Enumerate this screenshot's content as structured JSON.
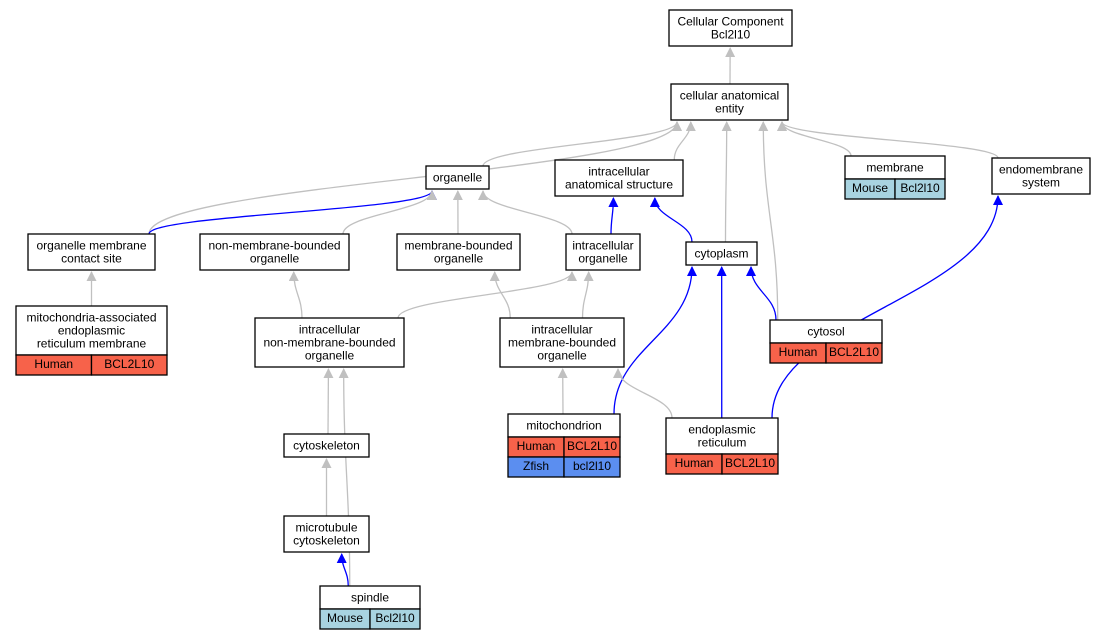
{
  "colors": {
    "is_a_edge": "#c0c0c0",
    "part_of_edge": "#0000ff",
    "human": "#f7624a",
    "mouse": "#a8d3e0",
    "zfish": "#5b8ef0"
  },
  "nodes": {
    "root": {
      "lines": [
        "Cellular Component",
        "Bcl2l10"
      ]
    },
    "cae": {
      "lines": [
        "cellular anatomical",
        "entity"
      ]
    },
    "organelle": {
      "lines": [
        "organelle"
      ]
    },
    "ias": {
      "lines": [
        "intracellular",
        "anatomical structure"
      ]
    },
    "membrane": {
      "lines": [
        "membrane"
      ],
      "annotations": [
        {
          "species": "Mouse",
          "gene": "Bcl2l10",
          "color_key": "mouse"
        }
      ]
    },
    "endomembrane": {
      "lines": [
        "endomembrane",
        "system"
      ]
    },
    "omcs": {
      "lines": [
        "organelle membrane",
        "contact site"
      ]
    },
    "nmbo": {
      "lines": [
        "non-membrane-bounded",
        "organelle"
      ]
    },
    "mbo": {
      "lines": [
        "membrane-bounded",
        "organelle"
      ]
    },
    "io": {
      "lines": [
        "intracellular",
        "organelle"
      ]
    },
    "cytoplasm": {
      "lines": [
        "cytoplasm"
      ]
    },
    "mam": {
      "lines": [
        "mitochondria-associated",
        "endoplasmic",
        "reticulum membrane"
      ],
      "annotations": [
        {
          "species": "Human",
          "gene": "BCL2L10",
          "color_key": "human"
        }
      ]
    },
    "inmbo": {
      "lines": [
        "intracellular",
        "non-membrane-bounded",
        "organelle"
      ]
    },
    "imbo": {
      "lines": [
        "intracellular",
        "membrane-bounded",
        "organelle"
      ]
    },
    "cytosol": {
      "lines": [
        "cytosol"
      ],
      "annotations": [
        {
          "species": "Human",
          "gene": "BCL2L10",
          "color_key": "human"
        }
      ]
    },
    "mito": {
      "lines": [
        "mitochondrion"
      ],
      "annotations": [
        {
          "species": "Human",
          "gene": "BCL2L10",
          "color_key": "human"
        },
        {
          "species": "Zfish",
          "gene": "bcl2l10",
          "color_key": "zfish"
        }
      ]
    },
    "er": {
      "lines": [
        "endoplasmic",
        "reticulum"
      ],
      "annotations": [
        {
          "species": "Human",
          "gene": "BCL2L10",
          "color_key": "human"
        }
      ]
    },
    "cytoskeleton": {
      "lines": [
        "cytoskeleton"
      ]
    },
    "mtcs": {
      "lines": [
        "microtubule",
        "cytoskeleton"
      ]
    },
    "spindle": {
      "lines": [
        "spindle"
      ],
      "annotations": [
        {
          "species": "Mouse",
          "gene": "Bcl2l10",
          "color_key": "mouse"
        }
      ]
    }
  },
  "edges": [
    {
      "from": "cae",
      "to": "root",
      "type": "is_a"
    },
    {
      "from": "organelle",
      "to": "cae",
      "type": "is_a"
    },
    {
      "from": "ias",
      "to": "cae",
      "type": "is_a"
    },
    {
      "from": "membrane",
      "to": "cae",
      "type": "is_a"
    },
    {
      "from": "endomembrane",
      "to": "cae",
      "type": "is_a"
    },
    {
      "from": "omcs",
      "to": "cae",
      "type": "is_a"
    },
    {
      "from": "cytoplasm",
      "to": "cae",
      "type": "is_a"
    },
    {
      "from": "cytosol",
      "to": "cae",
      "type": "is_a"
    },
    {
      "from": "omcs",
      "to": "organelle",
      "type": "part_of"
    },
    {
      "from": "nmbo",
      "to": "organelle",
      "type": "is_a"
    },
    {
      "from": "mbo",
      "to": "organelle",
      "type": "is_a"
    },
    {
      "from": "io",
      "to": "organelle",
      "type": "is_a"
    },
    {
      "from": "io",
      "to": "ias",
      "type": "part_of"
    },
    {
      "from": "cytoplasm",
      "to": "ias",
      "type": "part_of"
    },
    {
      "from": "mam",
      "to": "omcs",
      "type": "is_a"
    },
    {
      "from": "inmbo",
      "to": "nmbo",
      "type": "is_a"
    },
    {
      "from": "inmbo",
      "to": "io",
      "type": "is_a"
    },
    {
      "from": "imbo",
      "to": "mbo",
      "type": "is_a"
    },
    {
      "from": "imbo",
      "to": "io",
      "type": "is_a"
    },
    {
      "from": "cytosol",
      "to": "cytoplasm",
      "type": "part_of"
    },
    {
      "from": "mito",
      "to": "cytoplasm",
      "type": "part_of"
    },
    {
      "from": "er",
      "to": "cytoplasm",
      "type": "part_of"
    },
    {
      "from": "er",
      "to": "endomembrane",
      "type": "part_of"
    },
    {
      "from": "mito",
      "to": "imbo",
      "type": "is_a"
    },
    {
      "from": "er",
      "to": "imbo",
      "type": "is_a"
    },
    {
      "from": "cytoskeleton",
      "to": "inmbo",
      "type": "is_a"
    },
    {
      "from": "spindle",
      "to": "inmbo",
      "type": "is_a"
    },
    {
      "from": "mtcs",
      "to": "cytoskeleton",
      "type": "is_a"
    },
    {
      "from": "spindle",
      "to": "mtcs",
      "type": "part_of"
    }
  ]
}
